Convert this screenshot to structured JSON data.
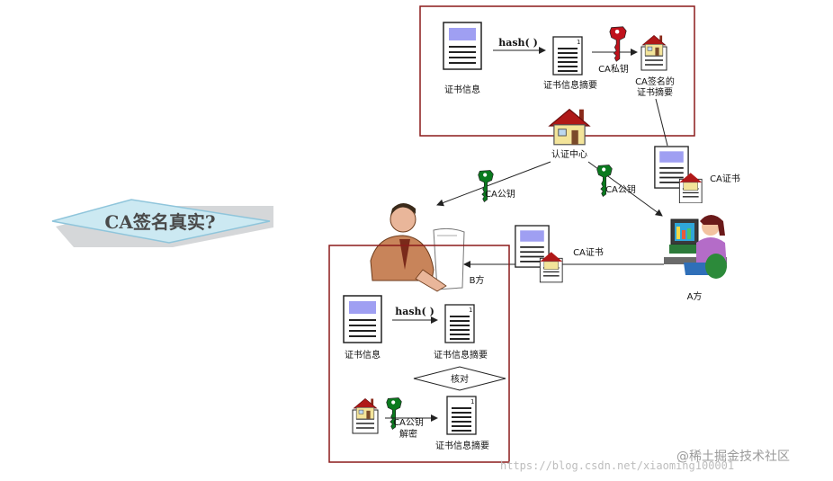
{
  "title": "CA签名真实?",
  "ca_center": {
    "doc_label": "证书信息",
    "hash_label": "hash( )",
    "digest_label": "证书信息摘要",
    "private_key_label": "CA私钥",
    "signed_label_line1": "CA签名的",
    "signed_label_line2": "证书摘要",
    "center_label": "认证中心"
  },
  "edges": {
    "left_key_label": "CA公钥",
    "right_key_label": "CA公钥",
    "cert_label_top": "CA证书",
    "cert_label_mid": "CA证书"
  },
  "party_a": {
    "label": "A方"
  },
  "party_b": {
    "label": "B方",
    "doc_label": "证书信息",
    "hash_label": "hash( )",
    "digest_label": "证书信息摘要",
    "compare_label": "核对",
    "decrypt_label_line1": "CA公钥",
    "decrypt_label_line2": "解密",
    "digest2_label": "证书信息摘要"
  },
  "watermark": {
    "url": "https://blog.csdn.net/xiaoming100001",
    "site": "@稀土掘金技术社区"
  },
  "colors": {
    "frame": "#8b1a1a",
    "key_red": "#c0121c",
    "key_green": "#0a7a1e",
    "doc_blue": "#9f9ff2",
    "roof": "#b01818",
    "house_body": "#f3e49a",
    "banner_fill": "#cce9f2",
    "banner_stroke": "#8fc5db"
  }
}
